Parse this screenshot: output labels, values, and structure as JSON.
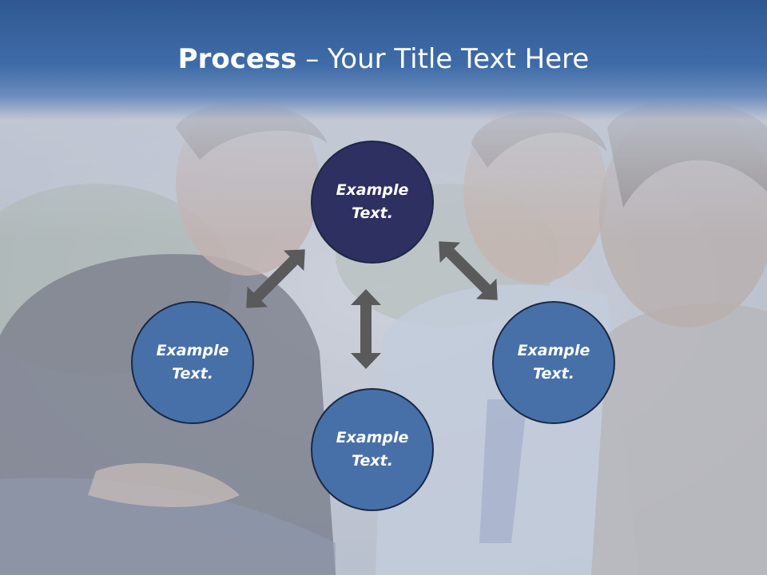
{
  "slide": {
    "title_bold": "Process",
    "title_dash": " – ",
    "title_rest": "Your Title Text Here"
  },
  "nodes": [
    {
      "line1": "Example",
      "line2": "Text."
    },
    {
      "line1": "Example",
      "line2": "Text."
    },
    {
      "line1": "Example",
      "line2": "Text."
    },
    {
      "line1": "Example",
      "line2": "Text."
    }
  ],
  "colors": {
    "header": "#3f6ca8",
    "node_dark": "#2e3061",
    "node_blue": "#4770a8",
    "arrow": "#5a5a5a"
  }
}
